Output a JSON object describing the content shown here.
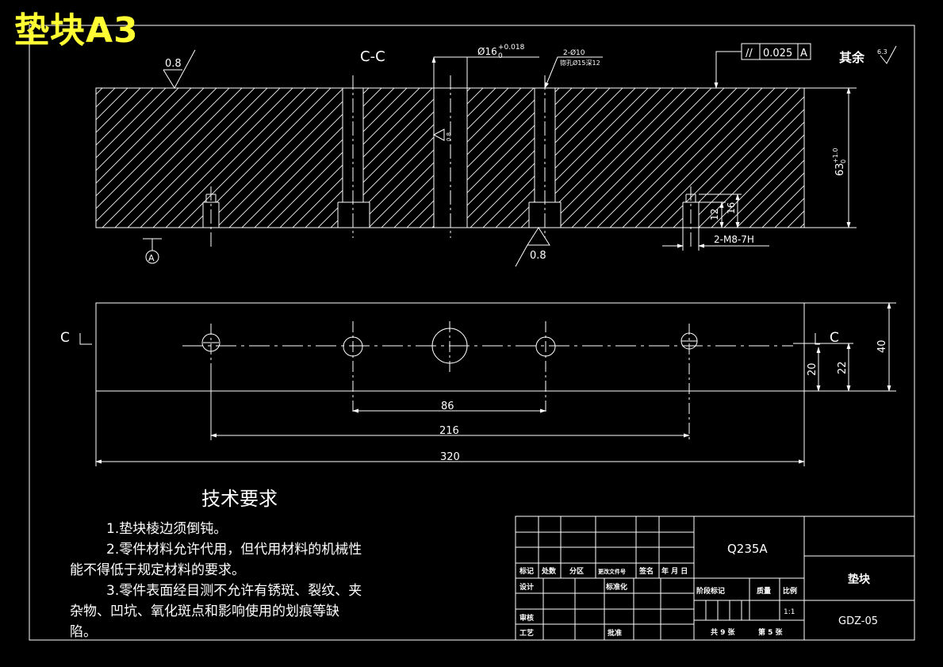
{
  "title": "垫块A3",
  "views": {
    "section_label": "C-C",
    "section_mark_left": "C",
    "section_mark_right": "C",
    "datum_letter": "A"
  },
  "annotations": {
    "roughness_top": "0.8",
    "roughness_bottom": "0.8",
    "roughness_bore": "0.8",
    "roughness_rest_label": "其余",
    "roughness_rest_value": "6.3",
    "bore_dia": "Ø16",
    "bore_tol_upper": "+0.018",
    "bore_tol_lower": "0",
    "hole_callout": "2-Ø10",
    "counterbore_callout": "锪孔Ø15深12",
    "thread_callout": "2-M8-7H",
    "parallelism_symbol": "//",
    "parallelism_value": "0.025",
    "parallelism_datum": "A"
  },
  "dimensions": {
    "height": "63",
    "height_tol": "+1.0",
    "height_tol_lower": "0",
    "thread_depth": "12",
    "drill_depth": "16",
    "hole_pitch_inner": "86",
    "hole_pitch_outer": "216",
    "overall_length": "320",
    "width": "40",
    "center_offset_a": "20",
    "center_offset_b": "22"
  },
  "tech_requirements": {
    "heading": "技术要求",
    "item1": "1.垫块棱边须倒钝。",
    "item2a": "2.零件材料允许代用，但代用材料的机械性",
    "item2b": "能不得低于规定材料的要求。",
    "item3a": "3.零件表面经目测不允许有锈斑、裂纹、夹",
    "item3b": "杂物、凹坑、氧化斑点和影响使用的划痕等缺",
    "item3c": "陷。"
  },
  "title_block": {
    "material": "Q235A",
    "part_name": "垫块",
    "drawing_no": "GDZ-05",
    "col_mark": "标记",
    "col_count": "处数",
    "col_zone": "分区",
    "col_doc": "更改文件号",
    "col_sign": "签名",
    "col_date": "年 月 日",
    "row_design": "设计",
    "row_standard": "标准化",
    "row_review": "审核",
    "row_process": "工艺",
    "row_approve": "批准",
    "stage_mark": "阶段标记",
    "weight": "质量",
    "scale_label": "比例",
    "scale_value": "1:1",
    "sheets_total": "共 9 张",
    "sheet_no": "第 5 张"
  }
}
